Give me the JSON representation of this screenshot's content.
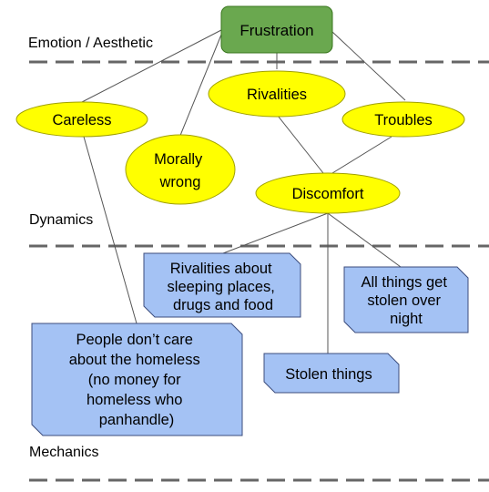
{
  "colors": {
    "root_fill": "#6aa84f",
    "root_stroke": "#38761d",
    "ellipse_fill": "#ffff00",
    "ellipse_stroke": "#a0a000",
    "note_fill": "#a4c2f4",
    "note_stroke": "#3c4c7c",
    "connector": "#555555",
    "divider": "#666666"
  },
  "layers": {
    "emotion": "Emotion / Aesthetic",
    "dynamics": "Dynamics",
    "mechanics": "Mechanics"
  },
  "nodes": {
    "frustration": "Frustration",
    "careless": "Careless",
    "rivalities": "Rivalities",
    "troubles": "Troubles",
    "morally_wrong": [
      "Morally",
      "wrong"
    ],
    "discomfort": "Discomfort",
    "rivalities_about": [
      "Rivalities about",
      "sleeping places,",
      "drugs and food"
    ],
    "all_things_stolen": [
      "All things get",
      "stolen over",
      "night"
    ],
    "people_dont_care": [
      "People don’t care",
      "about the homeless",
      "(no money for",
      "homeless who",
      "panhandle)"
    ],
    "stolen_things": "Stolen things"
  }
}
